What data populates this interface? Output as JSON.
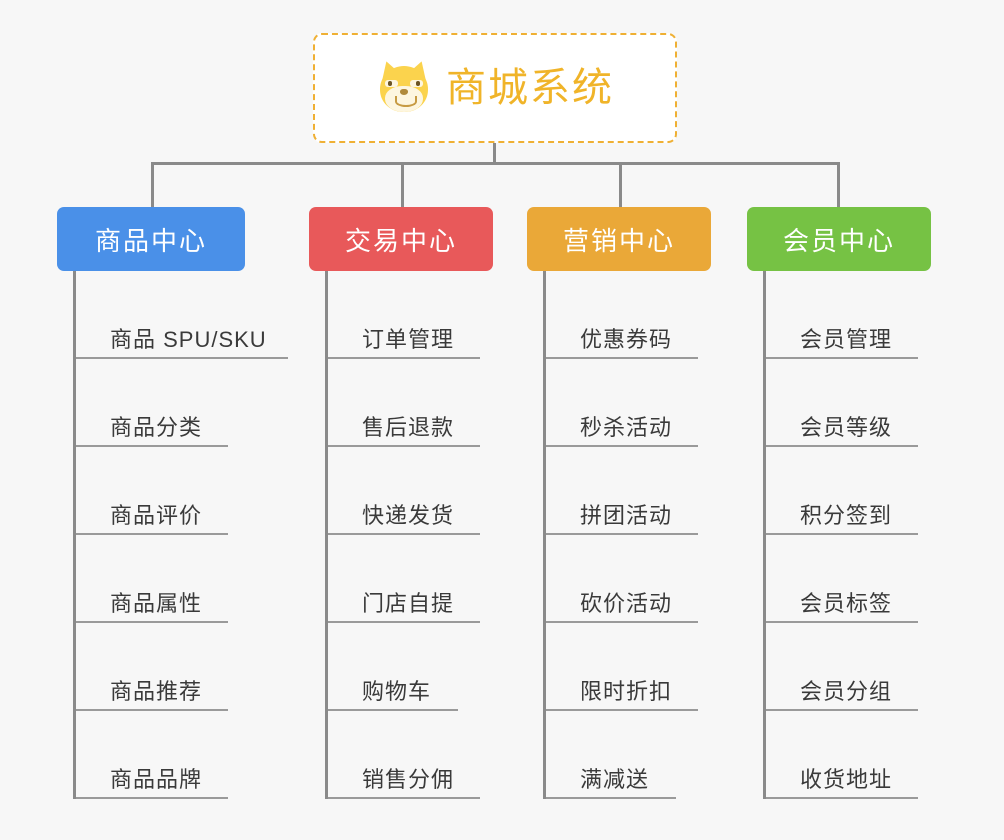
{
  "root": {
    "icon": "shiba-inu-face-icon",
    "title": "商城系统",
    "border_color": "#efb034",
    "text_color": "#f0b429"
  },
  "connector": {
    "color": "#8a8a8a"
  },
  "background_color": "#f7f7f7",
  "branches": [
    {
      "label": "商品中心",
      "color": "#4a90e8",
      "items": [
        {
          "label": "商品 SPU/SKU",
          "rule_width": 212
        },
        {
          "label": "商品分类",
          "rule_width": 152
        },
        {
          "label": "商品评价",
          "rule_width": 152
        },
        {
          "label": "商品属性",
          "rule_width": 152
        },
        {
          "label": "商品推荐",
          "rule_width": 152
        },
        {
          "label": "商品品牌",
          "rule_width": 152
        }
      ]
    },
    {
      "label": "交易中心",
      "color": "#e8595a",
      "items": [
        {
          "label": "订单管理",
          "rule_width": 152
        },
        {
          "label": "售后退款",
          "rule_width": 152
        },
        {
          "label": "快递发货",
          "rule_width": 152
        },
        {
          "label": "门店自提",
          "rule_width": 152
        },
        {
          "label": "购物车",
          "rule_width": 130
        },
        {
          "label": "销售分佣",
          "rule_width": 152
        }
      ]
    },
    {
      "label": "营销中心",
      "color": "#eaa838",
      "items": [
        {
          "label": "优惠券码",
          "rule_width": 152
        },
        {
          "label": "秒杀活动",
          "rule_width": 152
        },
        {
          "label": "拼团活动",
          "rule_width": 152
        },
        {
          "label": "砍价活动",
          "rule_width": 152
        },
        {
          "label": "限时折扣",
          "rule_width": 152
        },
        {
          "label": "满减送",
          "rule_width": 130
        }
      ]
    },
    {
      "label": "会员中心",
      "color": "#76c244",
      "items": [
        {
          "label": "会员管理",
          "rule_width": 152
        },
        {
          "label": "会员等级",
          "rule_width": 152
        },
        {
          "label": "积分签到",
          "rule_width": 152
        },
        {
          "label": "会员标签",
          "rule_width": 152
        },
        {
          "label": "会员分组",
          "rule_width": 152
        },
        {
          "label": "收货地址",
          "rule_width": 152
        }
      ]
    }
  ]
}
